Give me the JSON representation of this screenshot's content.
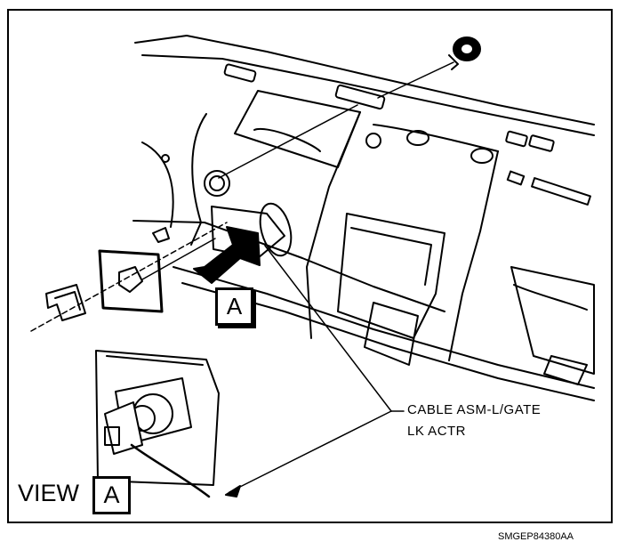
{
  "callout": {
    "line1": "CABLE ASM-L/GATE",
    "line2": "LK ACTR"
  },
  "view_label": {
    "word": "VIEW",
    "letter": "A"
  },
  "reference_letter": "A",
  "drawing_id": "SMGEP84380AA"
}
